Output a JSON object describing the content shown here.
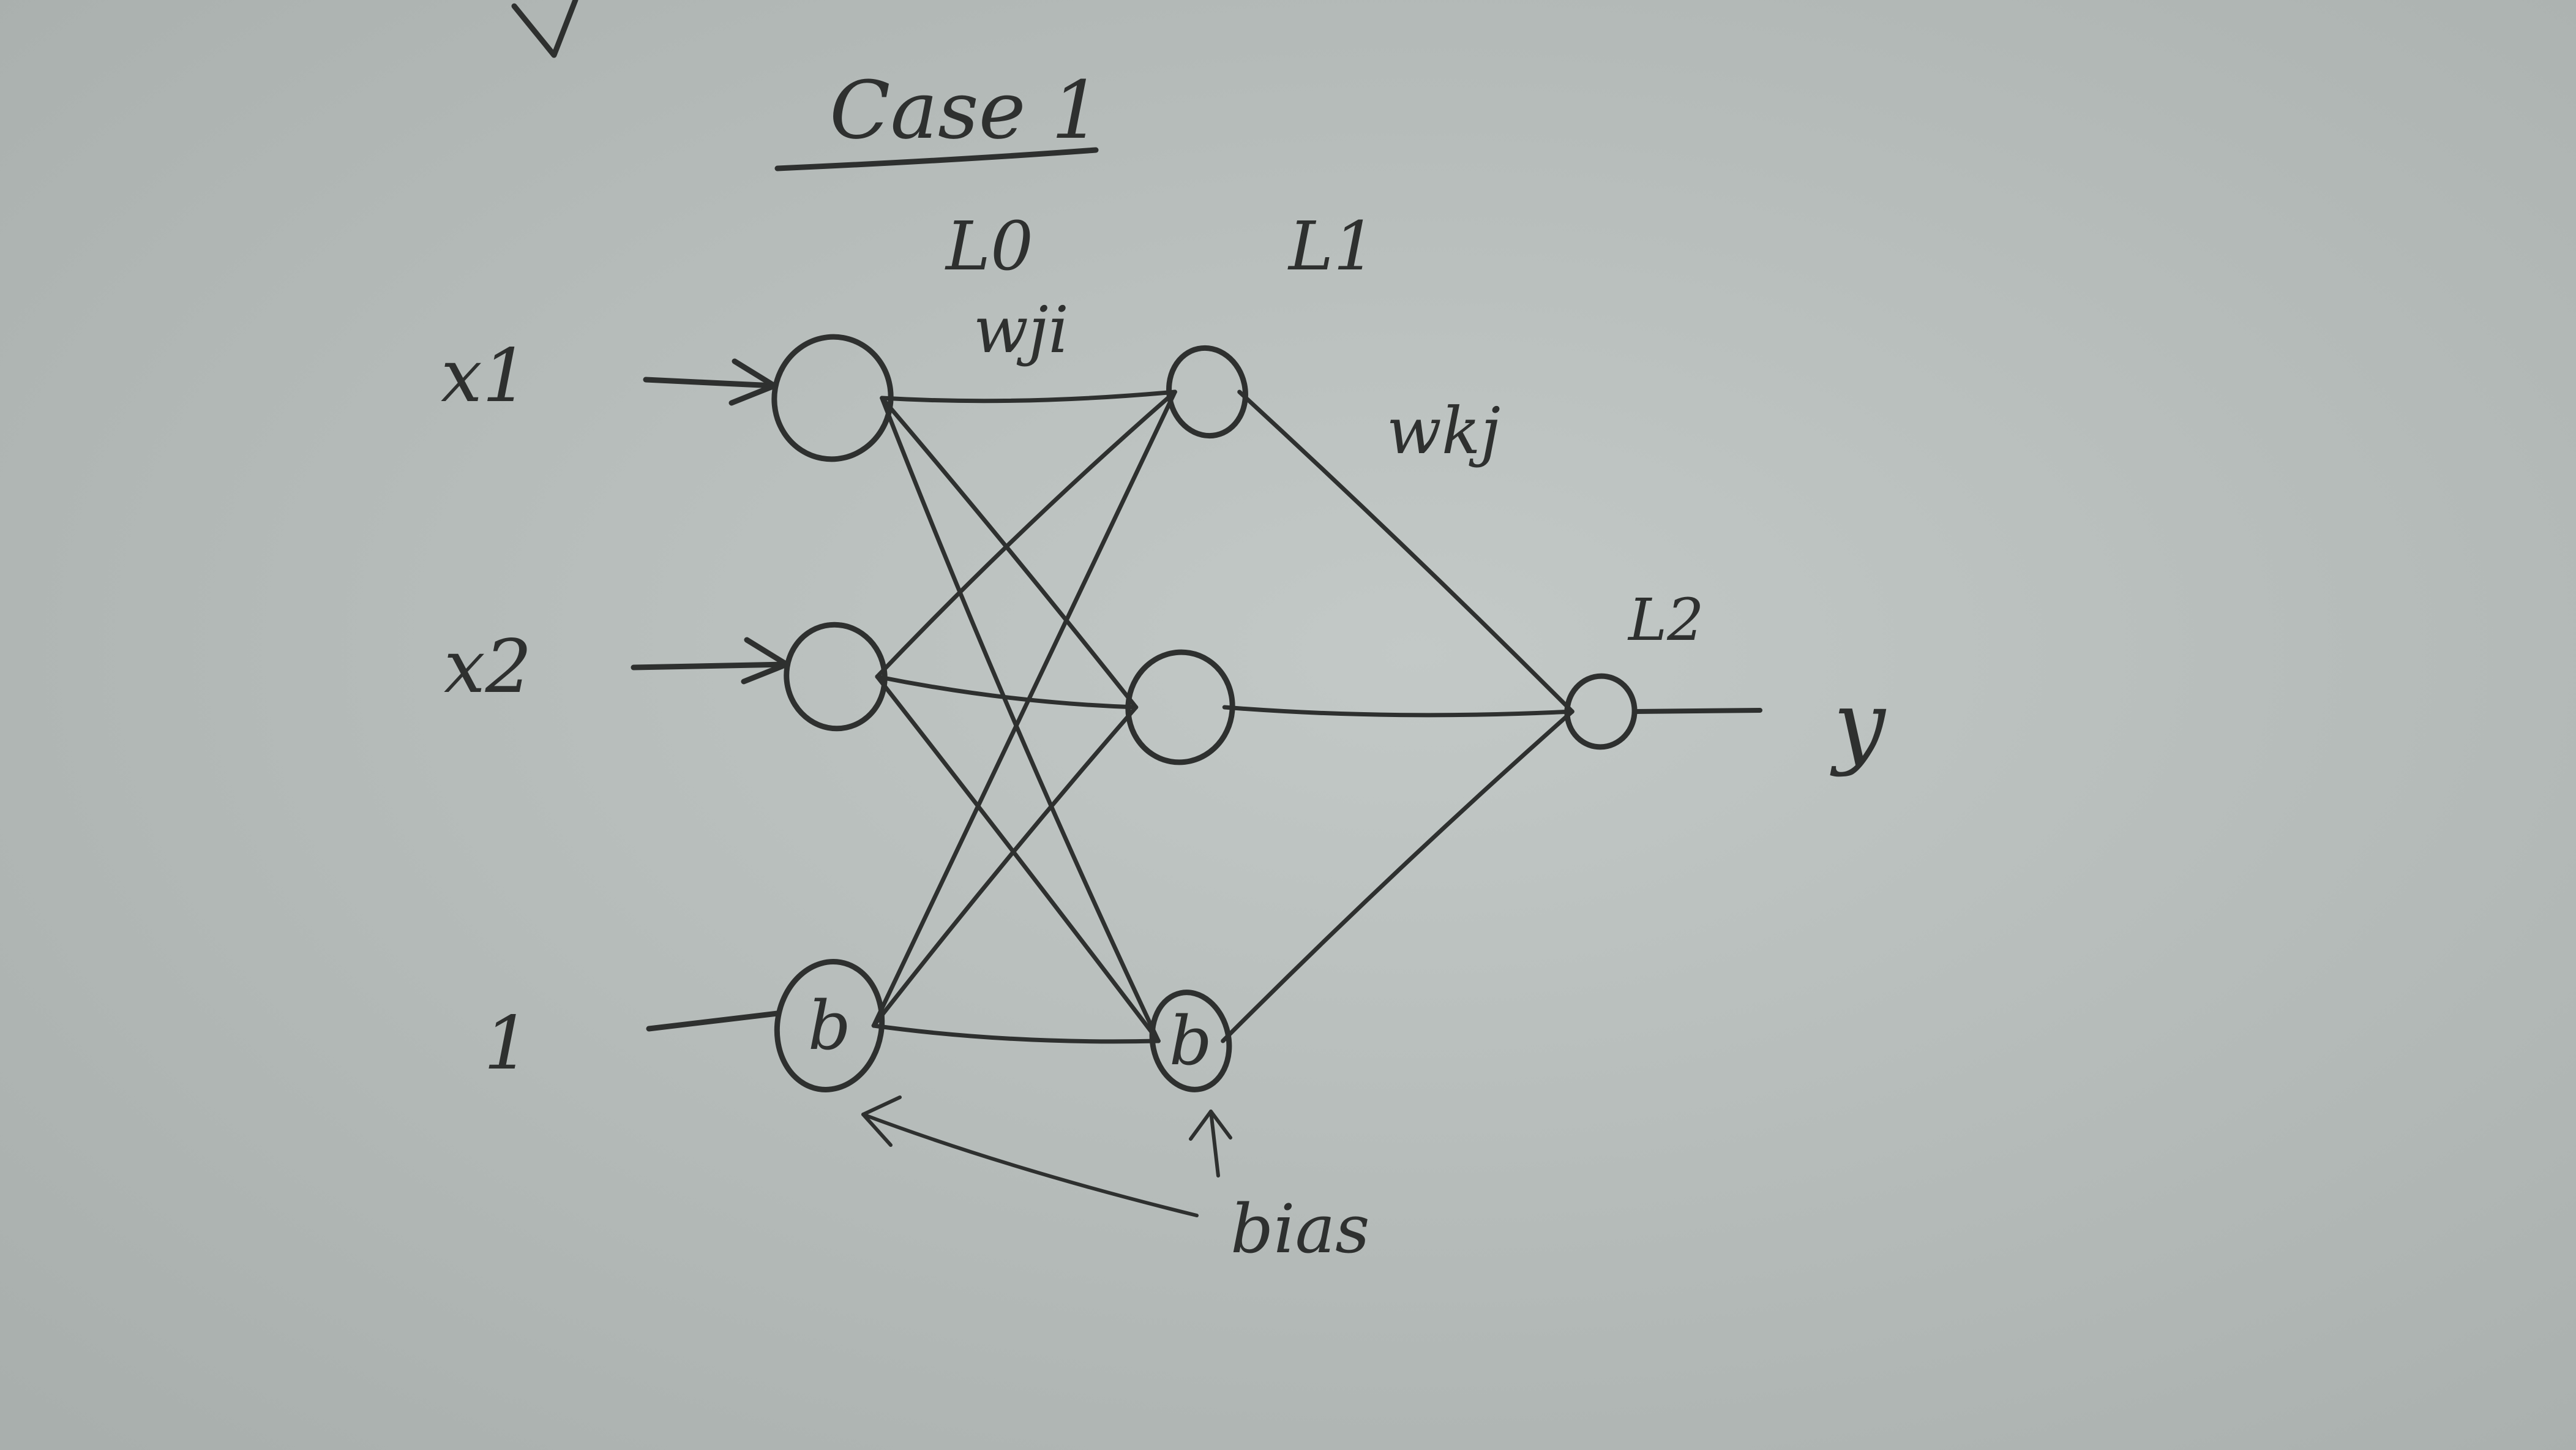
{
  "diagram": {
    "title": "Case 1",
    "layers": [
      {
        "id": "L0",
        "label": "L0"
      },
      {
        "id": "L1",
        "label": "L1"
      },
      {
        "id": "L2",
        "label": "L2"
      }
    ],
    "inputs": [
      {
        "id": "x1",
        "label": "x1"
      },
      {
        "id": "x2",
        "label": "x2"
      },
      {
        "id": "one",
        "label": "1"
      }
    ],
    "weights": {
      "input_hidden": "wji",
      "hidden_output": "wkj"
    },
    "nodes": [
      {
        "id": "in1",
        "layer": "L0",
        "label": ""
      },
      {
        "id": "in2",
        "layer": "L0",
        "label": ""
      },
      {
        "id": "inb",
        "layer": "L0",
        "label": "b"
      },
      {
        "id": "h1",
        "layer": "L1",
        "label": ""
      },
      {
        "id": "h2",
        "layer": "L1",
        "label": ""
      },
      {
        "id": "hb",
        "layer": "L1",
        "label": "b"
      },
      {
        "id": "out",
        "layer": "L2",
        "label": ""
      }
    ],
    "edges": [
      [
        "in1",
        "h1"
      ],
      [
        "in1",
        "h2"
      ],
      [
        "in1",
        "hb"
      ],
      [
        "in2",
        "h1"
      ],
      [
        "in2",
        "h2"
      ],
      [
        "in2",
        "hb"
      ],
      [
        "inb",
        "h1"
      ],
      [
        "inb",
        "h2"
      ],
      [
        "inb",
        "hb"
      ],
      [
        "h1",
        "out"
      ],
      [
        "h2",
        "out"
      ],
      [
        "hb",
        "out"
      ]
    ],
    "output": {
      "label": "y"
    },
    "annotation": {
      "label": "bias",
      "points_to": [
        "inb",
        "hb"
      ]
    },
    "colors": {
      "paper": "#b9bfbd",
      "ink": "#2e302f"
    }
  }
}
